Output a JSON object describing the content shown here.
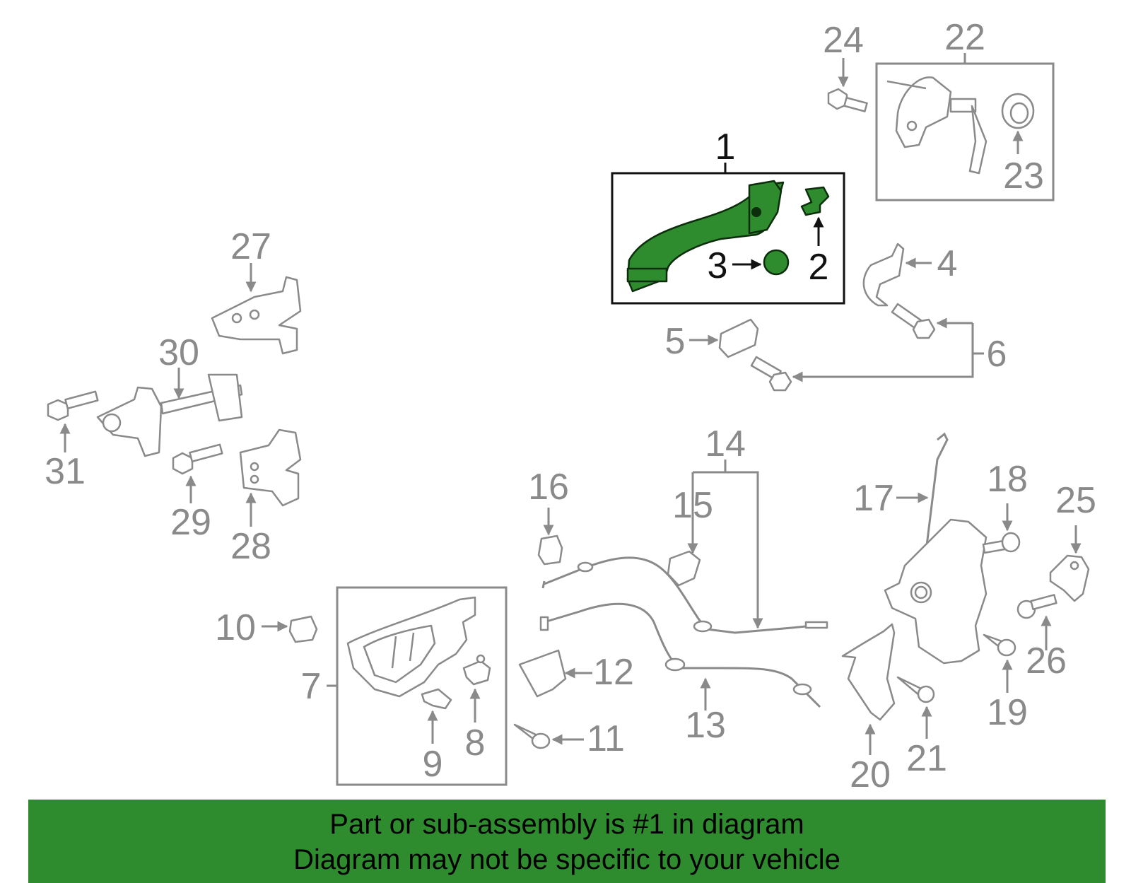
{
  "banner": {
    "line1": "Part or sub-assembly is #1 in diagram",
    "line2": "Diagram may not be specific to your vehicle",
    "color": "#2e8b2e"
  },
  "highlight_color": "#2e8b2e",
  "callouts": {
    "c1": "1",
    "c2": "2",
    "c3": "3",
    "c4": "4",
    "c5": "5",
    "c6": "6",
    "c7": "7",
    "c8": "8",
    "c9": "9",
    "c10": "10",
    "c11": "11",
    "c12": "12",
    "c13": "13",
    "c14": "14",
    "c15": "15",
    "c16": "16",
    "c17": "17",
    "c18": "18",
    "c19": "19",
    "c20": "20",
    "c21": "21",
    "c22": "22",
    "c23": "23",
    "c24": "24",
    "c25": "25",
    "c26": "26",
    "c27": "27",
    "c28": "28",
    "c29": "29",
    "c30": "30",
    "c31": "31"
  }
}
